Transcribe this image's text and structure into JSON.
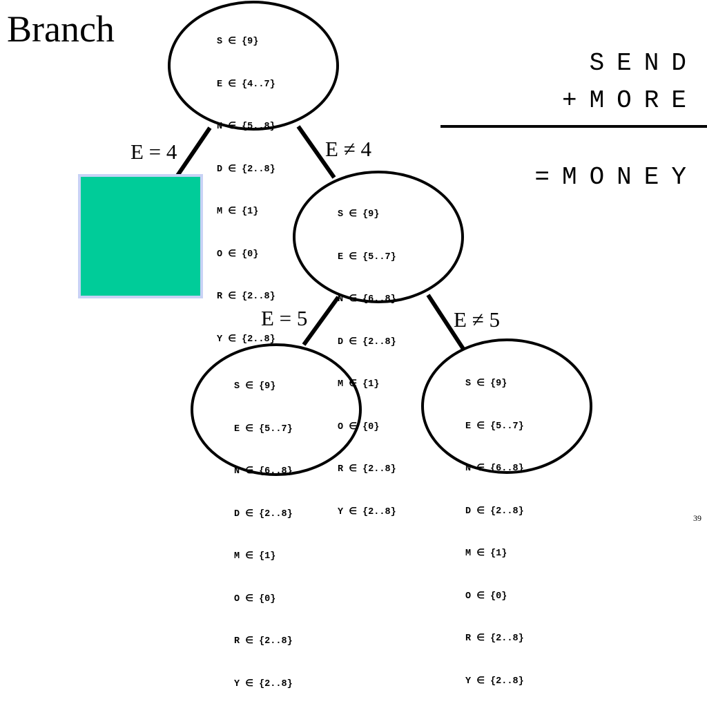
{
  "slide": {
    "title": "Branch",
    "page_number": "39"
  },
  "puzzle": {
    "line1": "SEND",
    "line2": "+MORE",
    "line3": "=MONEY"
  },
  "nodes": {
    "root": [
      "S ∈ {9}",
      "E ∈ {4..7}",
      "N ∈ {5..8}",
      "D ∈ {2..8}",
      "M ∈ {1}",
      "O ∈ {0}",
      "R ∈ {2..8}",
      "Y ∈ {2..8}"
    ],
    "right": [
      "S ∈ {9}",
      "E ∈ {5..7}",
      "N ∈ {6..8}",
      "D ∈ {2..8}",
      "M ∈ {1}",
      "O ∈ {0}",
      "R ∈ {2..8}",
      "Y ∈ {2..8}"
    ],
    "left_leaf": [
      "S ∈ {9}",
      "E ∈ {5..7}",
      "N ∈ {6..8}",
      "D ∈ {2..8}",
      "M ∈ {1}",
      "O ∈ {0}",
      "R ∈ {2..8}",
      "Y ∈ {2..8}"
    ],
    "right_leaf": [
      "S ∈ {9}",
      "E ∈ {5..7}",
      "N ∈ {6..8}",
      "D ∈ {2..8}",
      "M ∈ {1}",
      "O ∈ {0}",
      "R ∈ {2..8}",
      "Y ∈ {2..8}"
    ]
  },
  "edges": {
    "e_eq_4": "E = 4",
    "e_neq_4": "E ≠ 4",
    "e_eq_5": "E = 5",
    "e_neq_5": "E ≠ 5"
  },
  "colors": {
    "failed_box_fill": "#00cc99",
    "failed_box_border": "#c8d2f5",
    "stroke": "#000000"
  }
}
